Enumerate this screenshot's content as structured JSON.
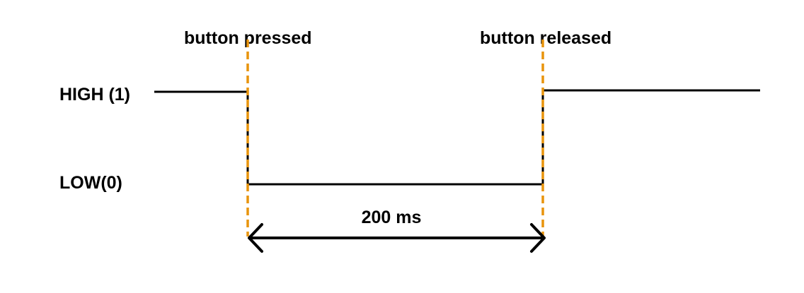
{
  "diagram": {
    "type": "signal-timing",
    "levels": {
      "high_label": "HIGH (1)",
      "low_label": "LOW(0)"
    },
    "events": {
      "pressed_label": "button pressed",
      "released_label": "button released"
    },
    "duration": {
      "label": "200 ms"
    },
    "colors": {
      "signal": "#000000",
      "event_marker": "#e8940c",
      "text": "#000000",
      "background": "#ffffff"
    }
  }
}
